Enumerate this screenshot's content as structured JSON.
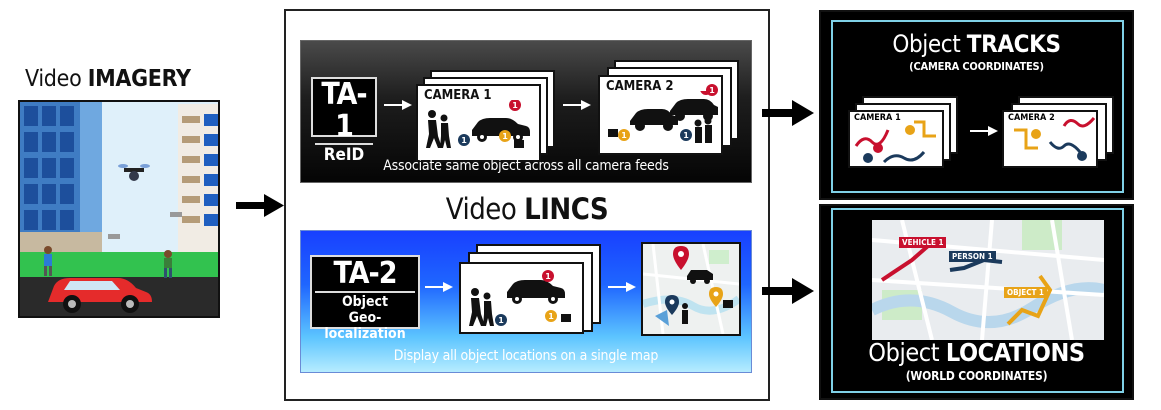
{
  "imagery": {
    "title_prefix": "Video",
    "title_bold": "IMAGERY"
  },
  "lincs": {
    "title_prefix": "Video",
    "title_bold": "LINCS"
  },
  "ta1": {
    "badge": "TA-1",
    "sub": "ReID",
    "camera1": "CAMERA 1",
    "camera2": "CAMERA 2",
    "caption": "Associate same object across all camera feeds"
  },
  "ta2": {
    "badge": "TA-2",
    "sub_line1": "Object",
    "sub_line2": "Geo-localization",
    "caption": "Display all object locations on a single map"
  },
  "tracks": {
    "title_prefix": "Object",
    "title_bold": "TRACKS",
    "subtitle": "(CAMERA COORDINATES)",
    "camera1": "CAMERA 1",
    "camera2": "CAMERA 2"
  },
  "locations": {
    "title_prefix": "Object",
    "title_bold": "LOCATIONS",
    "subtitle": "(WORLD COORDINATES)",
    "labels": {
      "vehicle": "VEHICLE 1",
      "person": "PERSON 1",
      "object": "OBJECT 1"
    }
  },
  "badges": {
    "n1": "1"
  },
  "colors": {
    "red": "#c8102e",
    "navy": "#1b3a5c",
    "gold": "#e8a317",
    "cyan_border": "#7fd0e6"
  }
}
